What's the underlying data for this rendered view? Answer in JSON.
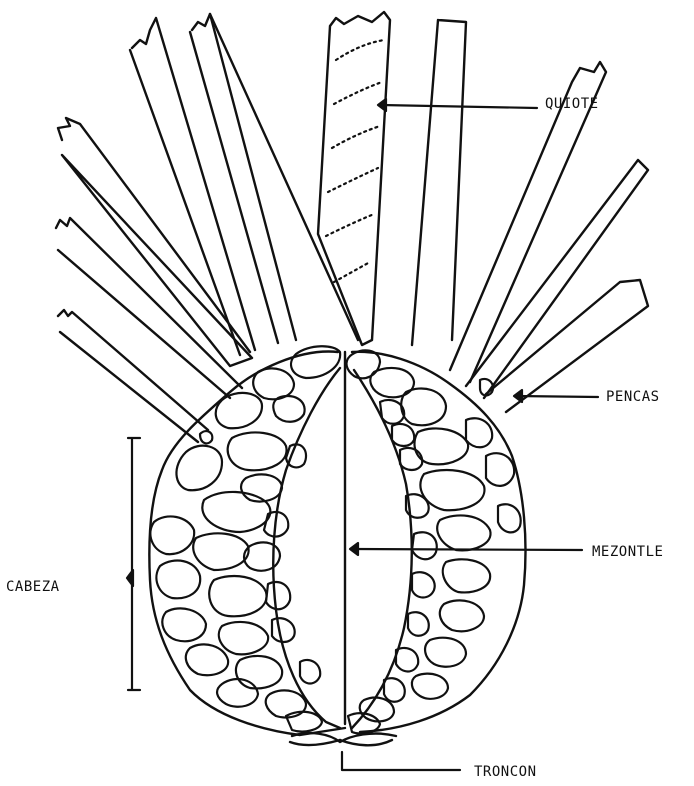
{
  "labels": {
    "quiote": "QUIOTE",
    "pencas": "PENCAS",
    "mezontle": "MEZONTLE",
    "cabeza": "CABEZA",
    "troncon": "TRONCON"
  },
  "colors": {
    "ink": "#111111",
    "background": "#ffffff"
  }
}
